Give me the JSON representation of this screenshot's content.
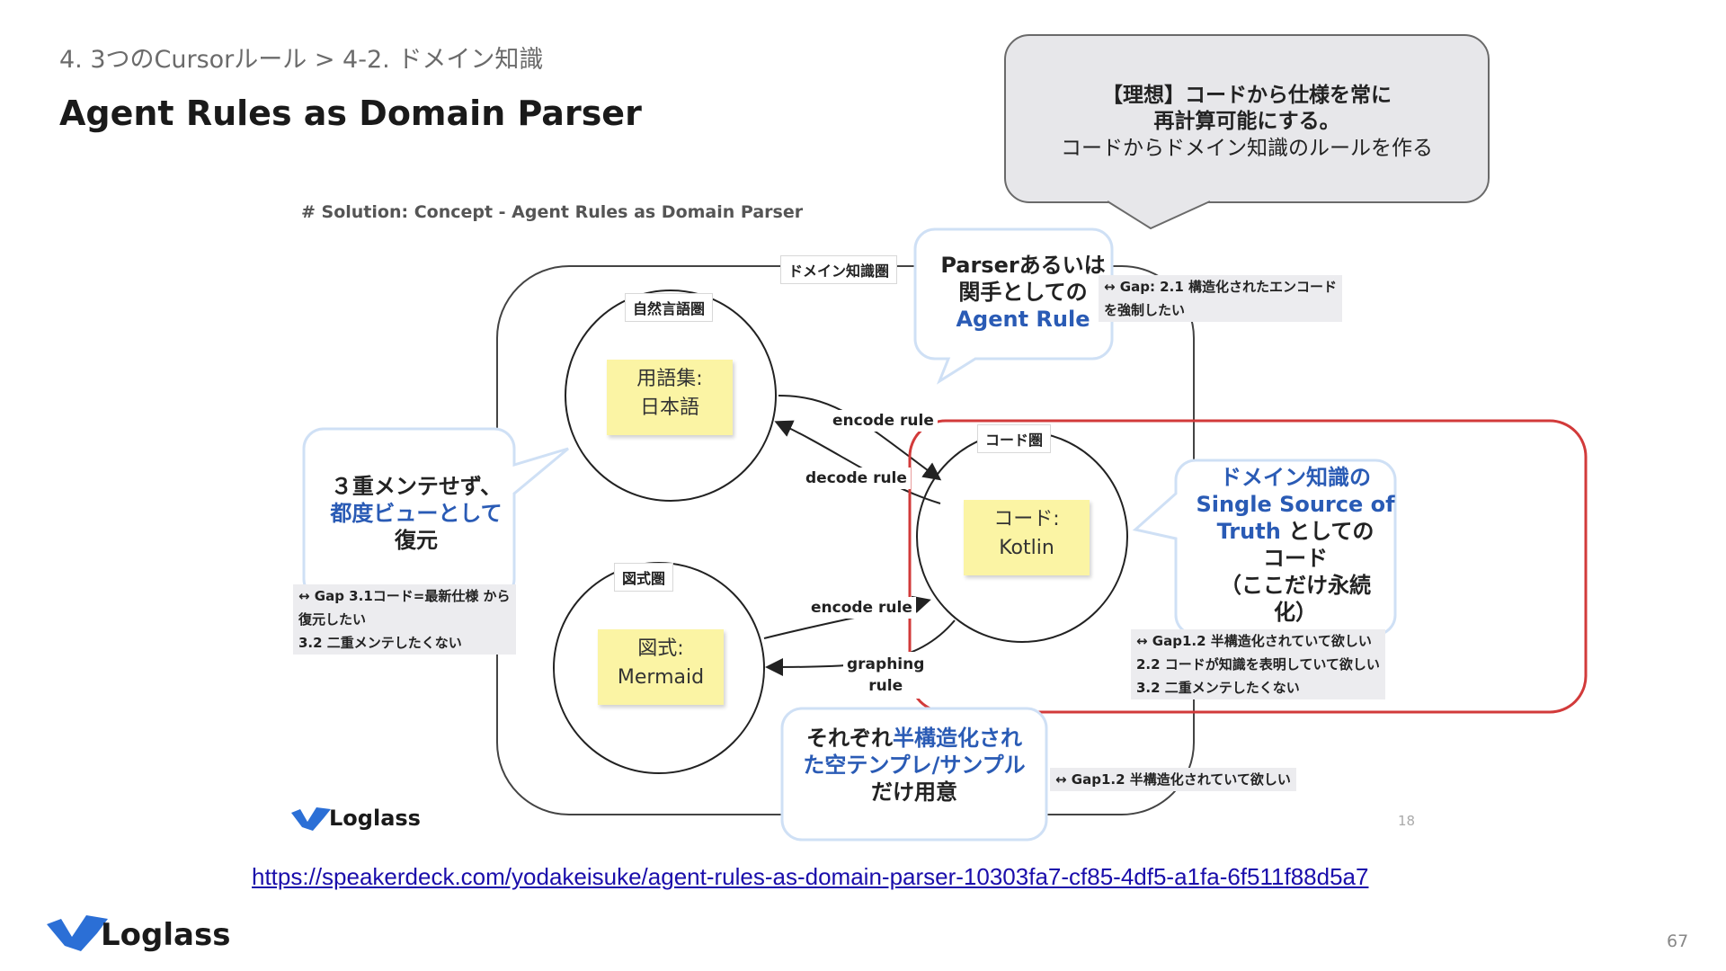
{
  "breadcrumb": "4. 3つのCursorルール > 4-2. ドメイン知識",
  "title": "Agent Rules as Domain Parser",
  "callout_top": {
    "line1": "【理想】コードから仕様を常に",
    "line2": "再計算可能にする。",
    "line3": "コードからドメイン知識のルールを作る"
  },
  "slide": {
    "heading": "# Solution: Concept - Agent Rules as Domain Parser",
    "domain_label": "ドメイン知識圏",
    "natural_language_label": "自然言語圏",
    "diagram_label": "図式圏",
    "code_label": "コード圏",
    "glossary": {
      "line1": "用語集:",
      "line2": "日本語"
    },
    "diagram_sticky": {
      "line1": "図式:",
      "line2": "Mermaid"
    },
    "code_sticky": {
      "line1": "コード:",
      "line2": "Kotlin"
    },
    "edges": {
      "encode1": "encode rule",
      "decode": "decode rule",
      "encode2": "encode rule",
      "graphing1": "graphing",
      "graphing2": "rule"
    },
    "bubble_parser": {
      "line1": "Parserあるいは",
      "line2": "関手としての",
      "line3": "Agent Rule"
    },
    "bubble_triple": {
      "line1": "３重メンテせず、",
      "line2": "都度ビューとして",
      "line3": "復元"
    },
    "bubble_ssot": {
      "line1": "ドメイン知識の",
      "line2": "Single Source of",
      "line3a": "Truth",
      "line3b": " としての",
      "line4": "コード",
      "line5": "（ここだけ永続",
      "line6": "化）"
    },
    "bubble_template": {
      "line1a": "それぞれ",
      "line1b": "半構造化され",
      "line2": "た空テンプレ/サンプル",
      "line3": "だけ用意"
    },
    "note_gap21": {
      "line1": "↔ Gap: 2.1 構造化されたエンコード",
      "line2": "を強制したい"
    },
    "note_gap31": {
      "line1": "↔ Gap 3.1コード=最新仕様 から",
      "line2": "復元したい",
      "line3": "3.2 二重メンテしたくない"
    },
    "note_gap12a": {
      "line1": "↔ Gap1.2 半構造化されていて欲しい",
      "line2": "2.2 コードが知識を表明していて欲しい",
      "line3": "3.2 二重メンテしたくない"
    },
    "note_gap12b": "↔ Gap1.2 半構造化されていて欲しい",
    "logo": "Loglass",
    "page_number": "18"
  },
  "url": "https://speakerdeck.com/yodakeisuke/agent-rules-as-domain-parser-10303fa7-cf85-4df5-a1fa-6f511f88d5a7",
  "footer": {
    "logo": "Loglass",
    "page_number": "67"
  },
  "colors": {
    "accent_blue": "#2a5bb5",
    "highlight_red": "#d23a3a",
    "sticky_yellow": "#fbf4a4",
    "brand_blue": "#2b6fd6"
  }
}
